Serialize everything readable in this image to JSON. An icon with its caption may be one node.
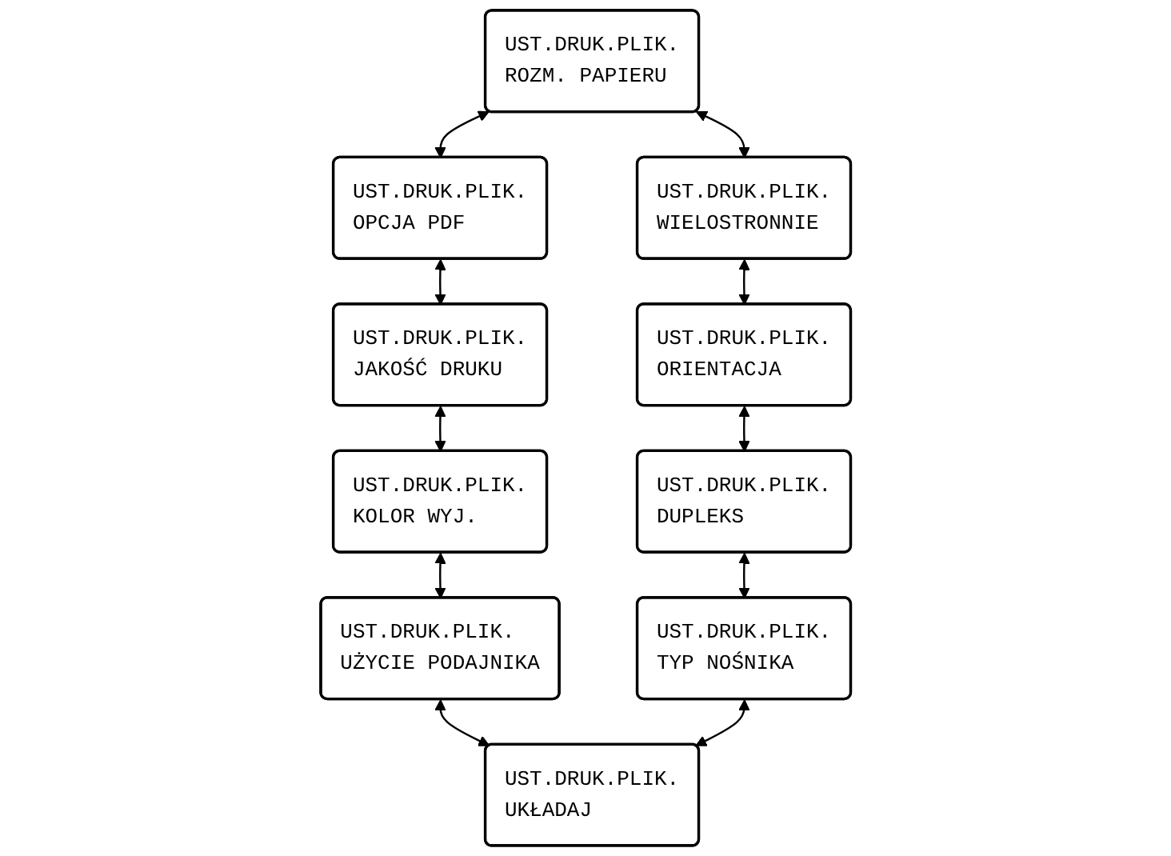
{
  "diagram": {
    "nodes": [
      {
        "text": [
          "UST.DRUK.PLIK.",
          "ROZM. PAPIERU"
        ]
      },
      {
        "text": [
          "UST.DRUK.PLIK.",
          "WIELOSTRONNIE"
        ]
      },
      {
        "text": [
          "UST.DRUK.PLIK.",
          "ORIENTACJA"
        ]
      },
      {
        "text": [
          "UST.DRUK.PLIK.",
          "DUPLEKS"
        ]
      },
      {
        "text": [
          "UST.DRUK.PLIK.",
          "TYP NOŚNIKA"
        ]
      },
      {
        "text": [
          "UST.DRUK.PLIK.",
          "OPCJA PDF"
        ]
      },
      {
        "text": [
          "UST.DRUK.PLIK.",
          "JAKOŚĆ DRUKU"
        ]
      },
      {
        "text": [
          "UST.DRUK.PLIK.",
          "KOLOR WYJ."
        ]
      },
      {
        "text": [
          "UST.DRUK.PLIK.",
          "UŻYCIE PODAJNIKA"
        ]
      },
      {
        "text": [
          "UST.DRUK.PLIK.",
          "UKŁADAJ"
        ]
      }
    ],
    "edges": [
      {
        "from": 0,
        "to": 1,
        "arrow": "both"
      },
      {
        "from": 1,
        "to": 2,
        "arrow": "both"
      },
      {
        "from": 2,
        "to": 3,
        "arrow": "both"
      },
      {
        "from": 3,
        "to": 4,
        "arrow": "both"
      },
      {
        "from": 0,
        "to": 5,
        "arrow": "both"
      },
      {
        "from": 5,
        "to": 6,
        "arrow": "both"
      },
      {
        "from": 6,
        "to": 7,
        "arrow": "both"
      },
      {
        "from": 7,
        "to": 8,
        "arrow": "both"
      },
      {
        "from": 8,
        "to": 9,
        "arrow": "both"
      },
      {
        "from": 4,
        "to": 9,
        "arrow": "both"
      }
    ]
  }
}
